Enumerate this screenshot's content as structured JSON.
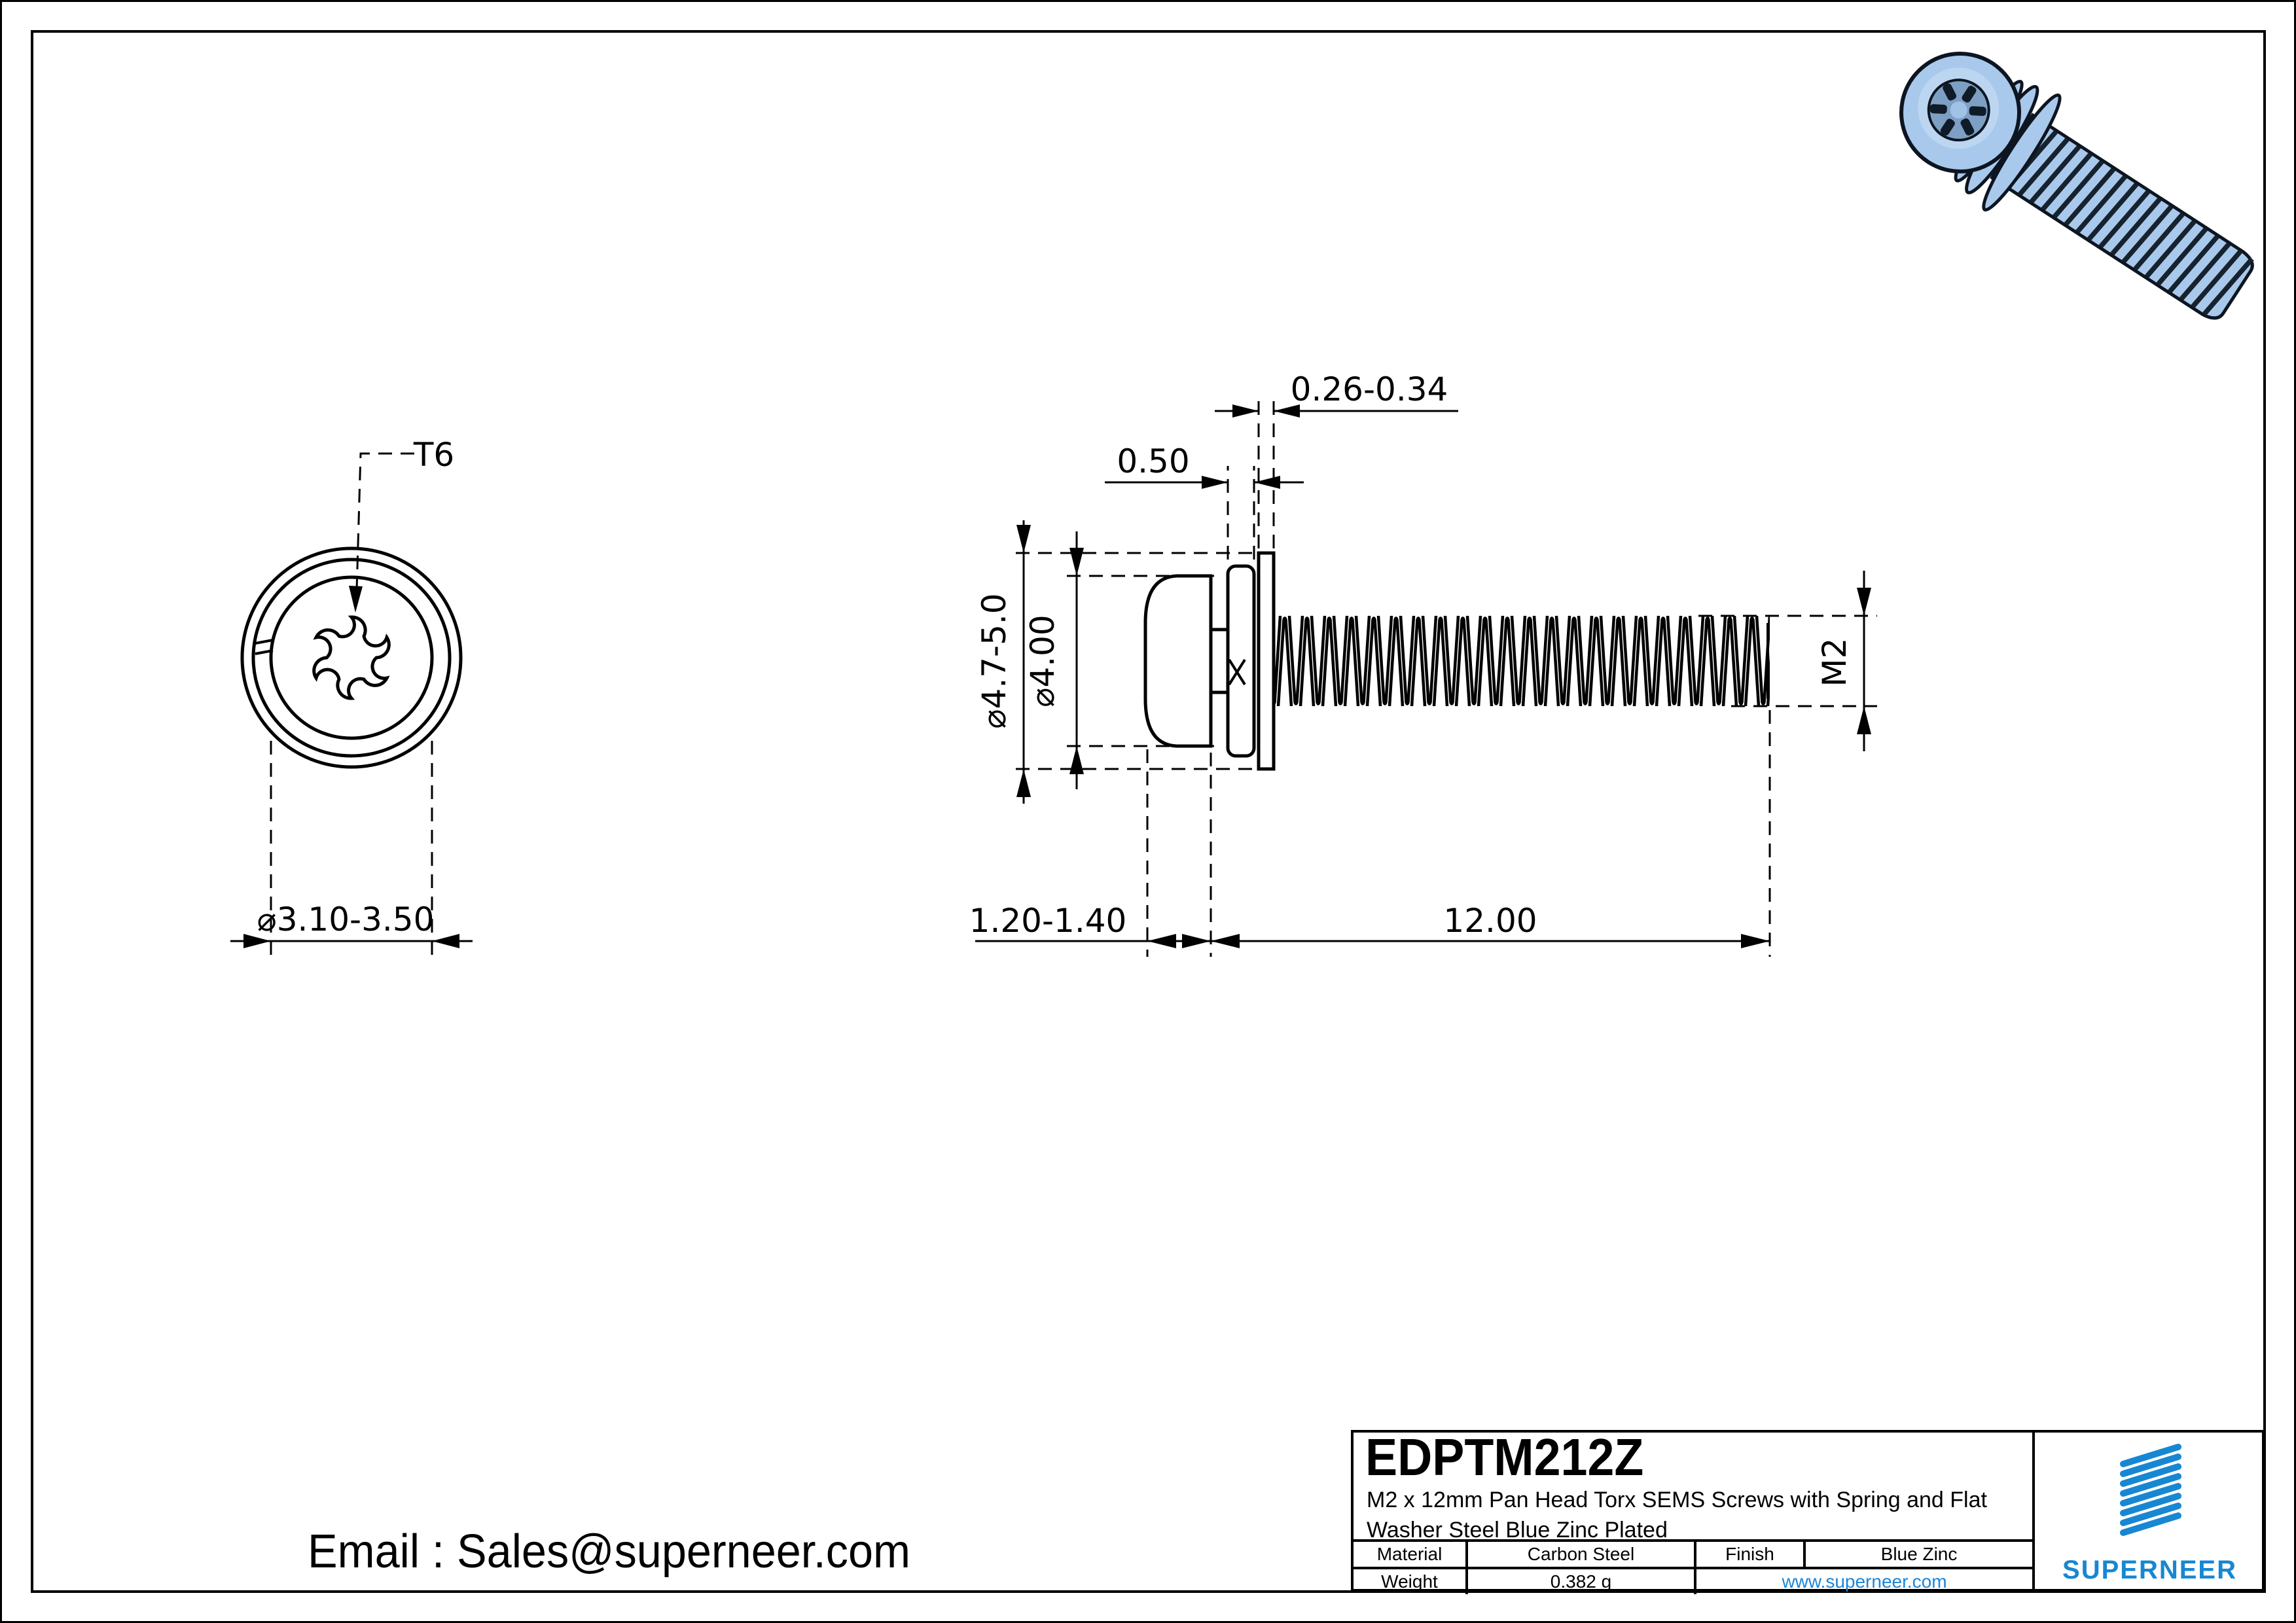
{
  "colors": {
    "brand_blue": "#1787d2",
    "link_blue": "#1a86d9",
    "screw_body": "#a9c9ec",
    "screw_dark": "#16222e",
    "screw_mid": "#7e9fc4",
    "screw_light": "#bcd6f2",
    "line_black": "#000000"
  },
  "front_view": {
    "torx_label": "T6",
    "head_diameter": "⌀3.10-3.50"
  },
  "side_view": {
    "flat_washer_thickness": "0.26-0.34",
    "spring_washer_thickness": "0.50",
    "washer_od": "⌀4.7-5.0",
    "head_od": "⌀4.00",
    "thread_spec": "M2",
    "head_height": "1.20-1.40",
    "thread_length": "12.00"
  },
  "title_block": {
    "part_number": "EDPTM212Z",
    "description_line1": "M2 x 12mm Pan Head Torx SEMS Screws with Spring and Flat",
    "description_line2": "Washer Steel Blue Zinc Plated",
    "material_label": "Material",
    "material_value": "Carbon Steel",
    "finish_label": "Finish",
    "finish_value": "Blue Zinc",
    "weight_label": "Weight",
    "weight_value": "0.382 g",
    "website": "www.superneer.com",
    "brand_name": "SUPERNEER"
  },
  "footer": {
    "email": "Email : Sales@superneer.com"
  }
}
